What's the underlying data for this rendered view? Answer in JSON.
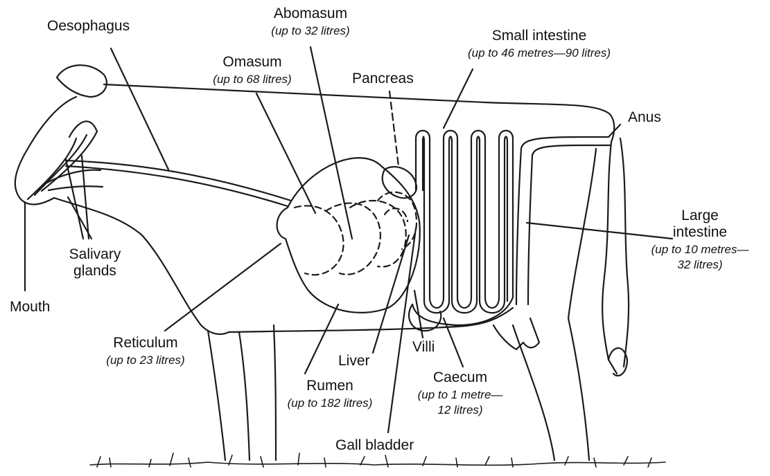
{
  "labels": {
    "oesophagus": "Oesophagus",
    "abomasum": "Abomasum",
    "abomasum_capacity": "(up to 32 litres)",
    "omasum": "Omasum",
    "omasum_capacity": "(up to 68 litres)",
    "pancreas": "Pancreas",
    "small_intestine": "Small intestine",
    "small_intestine_capacity": "(up to 46 metres—90 litres)",
    "anus": "Anus",
    "large_intestine_line1": "Large",
    "large_intestine_line2": "intestine",
    "large_intestine_capacity_line1": "(up to 10 metres—",
    "large_intestine_capacity_line2": "32 litres)",
    "salivary_glands_line1": "Salivary",
    "salivary_glands_line2": "glands",
    "mouth": "Mouth",
    "reticulum": "Reticulum",
    "reticulum_capacity": "(up to 23 litres)",
    "liver": "Liver",
    "villi": "Villi",
    "rumen": "Rumen",
    "rumen_capacity": "(up to 182 litres)",
    "caecum": "Caecum",
    "caecum_capacity_line1": "(up to 1 metre—",
    "caecum_capacity_line2": "12 litres)",
    "gall_bladder": "Gall bladder"
  }
}
